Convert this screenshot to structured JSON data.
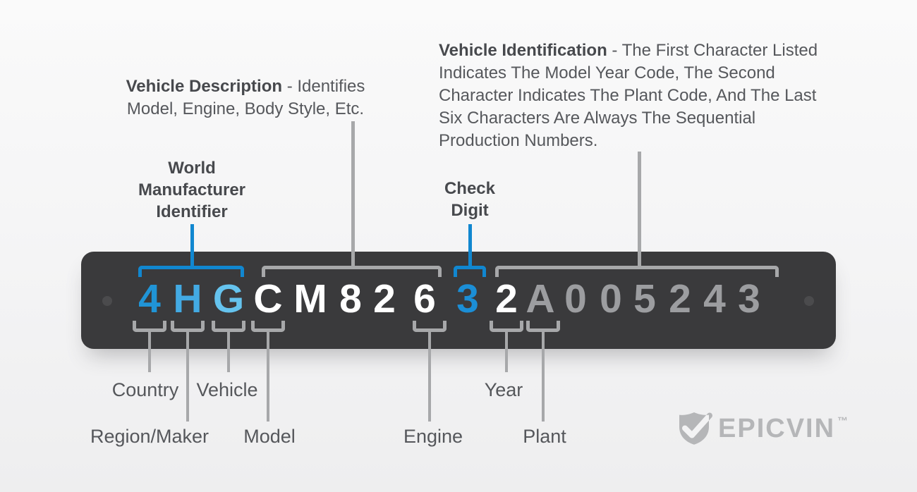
{
  "colors": {
    "page_bg": "#f4f4f5",
    "bar_bg": "#3a3a3c",
    "accent_blue": "#1187d0",
    "line_gray": "#a7a8aa",
    "dot_gray": "#4b4b4d",
    "vin_white": "#ffffff",
    "vin_gray": "#9c9da0",
    "brand_gray": "#b5b6b8"
  },
  "annotations": {
    "vehicle_description": {
      "term": "Vehicle Description",
      "definition": "- Identifies Model, Engine, Body Style, Etc."
    },
    "vehicle_identification": {
      "term": "Vehicle Identification",
      "definition": "- The First Character Listed Indicates The Model Year Code, The Second Character Indicates The Plant Code, And The Last Six Characters Are Always The Sequential Production Numbers."
    },
    "world_manufacturer_identifier": "World Manufacturer Identifier",
    "check_digit": "Check Digit"
  },
  "vin": {
    "value": "4HGCM82632A005243",
    "characters": [
      {
        "char": "4",
        "color": "#2094d6"
      },
      {
        "char": "H",
        "color": "#43aae3"
      },
      {
        "char": "G",
        "color": "#65c3ee"
      },
      {
        "char": "C",
        "color": "#ffffff"
      },
      {
        "char": "M",
        "color": "#ffffff"
      },
      {
        "char": "8",
        "color": "#ffffff"
      },
      {
        "char": "2",
        "color": "#ffffff"
      },
      {
        "char": "6",
        "color": "#ffffff"
      },
      {
        "char": "3",
        "color": "#1b8ed6"
      },
      {
        "char": "2",
        "color": "#ffffff"
      },
      {
        "char": "A",
        "color": "#9c9da0"
      },
      {
        "char": "0",
        "color": "#9c9da0"
      },
      {
        "char": "0",
        "color": "#9c9da0"
      },
      {
        "char": "5",
        "color": "#9c9da0"
      },
      {
        "char": "2",
        "color": "#9c9da0"
      },
      {
        "char": "4",
        "color": "#9c9da0"
      },
      {
        "char": "3",
        "color": "#9c9da0"
      }
    ]
  },
  "position_labels": [
    {
      "id": "country",
      "label": "Country"
    },
    {
      "id": "region-maker",
      "label": "Region/Maker"
    },
    {
      "id": "vehicle",
      "label": "Vehicle"
    },
    {
      "id": "model",
      "label": "Model"
    },
    {
      "id": "engine",
      "label": "Engine"
    },
    {
      "id": "year",
      "label": "Year"
    },
    {
      "id": "plant",
      "label": "Plant"
    }
  ],
  "brand": {
    "name": "EPICVIN",
    "trademark": "™",
    "logo_icon": "shield-check-icon"
  }
}
